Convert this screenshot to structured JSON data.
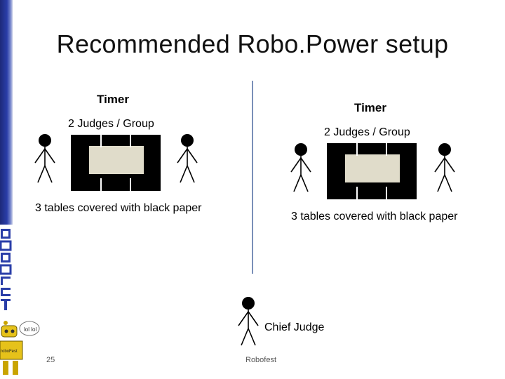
{
  "slide": {
    "title": "Recommended Robo.Power setup",
    "page_number": "25",
    "footer_center": "Robofest",
    "brand": "ROBOFEST"
  },
  "left_setup": {
    "timer": "Timer",
    "judges": "2 Judges / Group",
    "tables": "3 tables covered with black paper"
  },
  "right_setup": {
    "timer": "Timer",
    "judges": "2 Judges / Group",
    "tables": "3 tables covered with black paper"
  },
  "chief": {
    "label": "Chief Judge"
  },
  "robot_mascot": {
    "speech": "lol lol",
    "sign": "roboFest"
  },
  "colors": {
    "accent_bar": "#2a3ea8",
    "table_black": "#000000",
    "table_top": "#e0dcca",
    "divider": "#7a8fb8"
  }
}
